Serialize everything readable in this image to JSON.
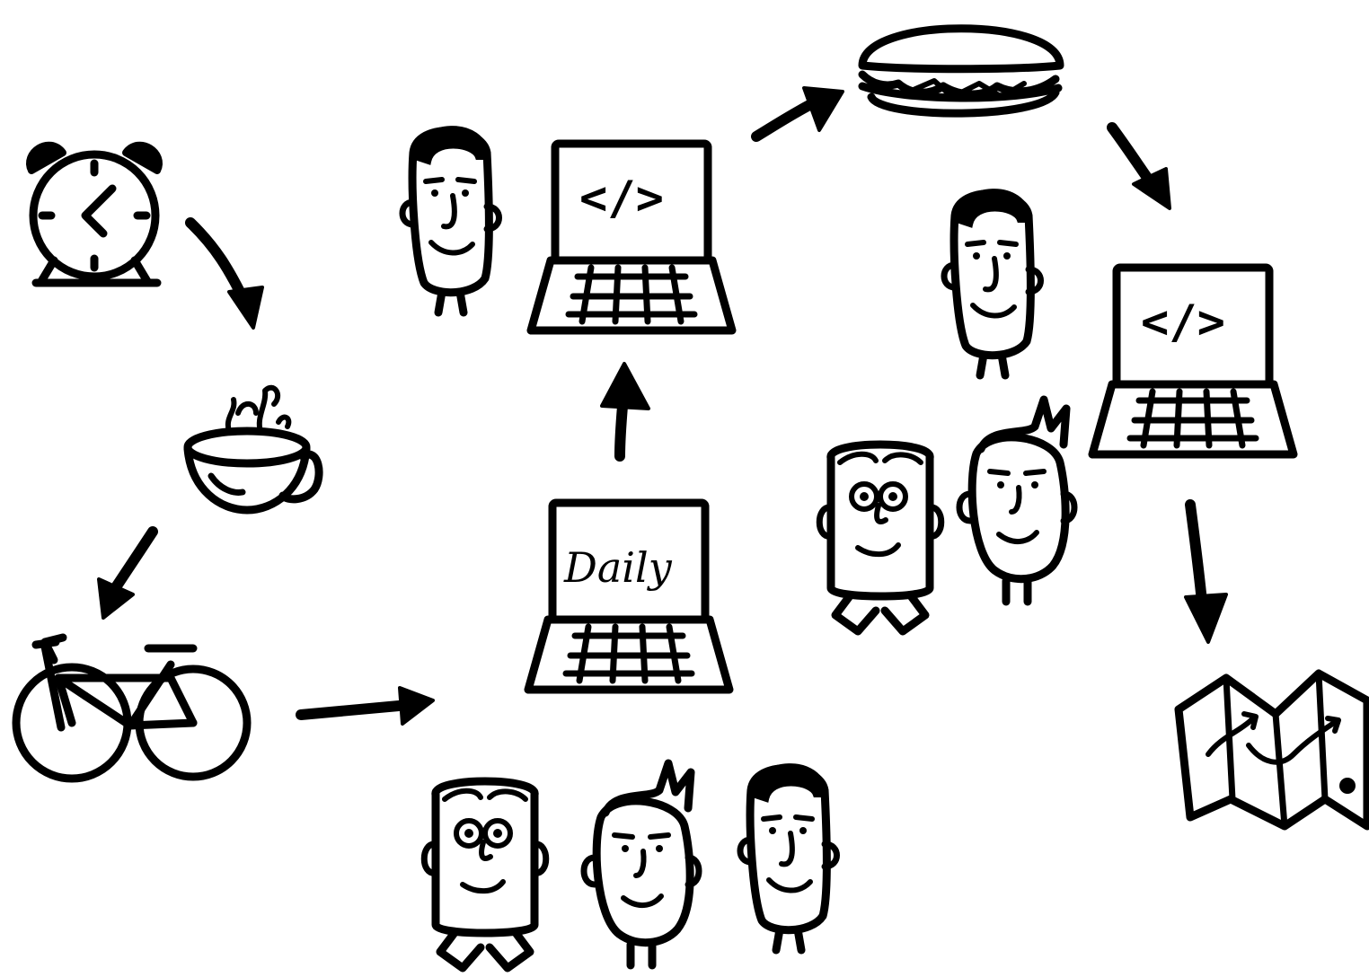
{
  "diagram": {
    "type": "hand-drawn flow illustration",
    "stroke_color": "#000000",
    "background_color": "#ffffff",
    "steps": [
      {
        "name": "alarm-clock"
      },
      {
        "name": "coffee-cup"
      },
      {
        "name": "bicycle"
      },
      {
        "name": "daily-meeting",
        "screen_label": "Daily"
      },
      {
        "name": "coding-session",
        "screen_label": "</>"
      },
      {
        "name": "lunch-sandwich"
      },
      {
        "name": "afternoon-coding",
        "screen_label": "</>"
      },
      {
        "name": "map"
      }
    ]
  }
}
